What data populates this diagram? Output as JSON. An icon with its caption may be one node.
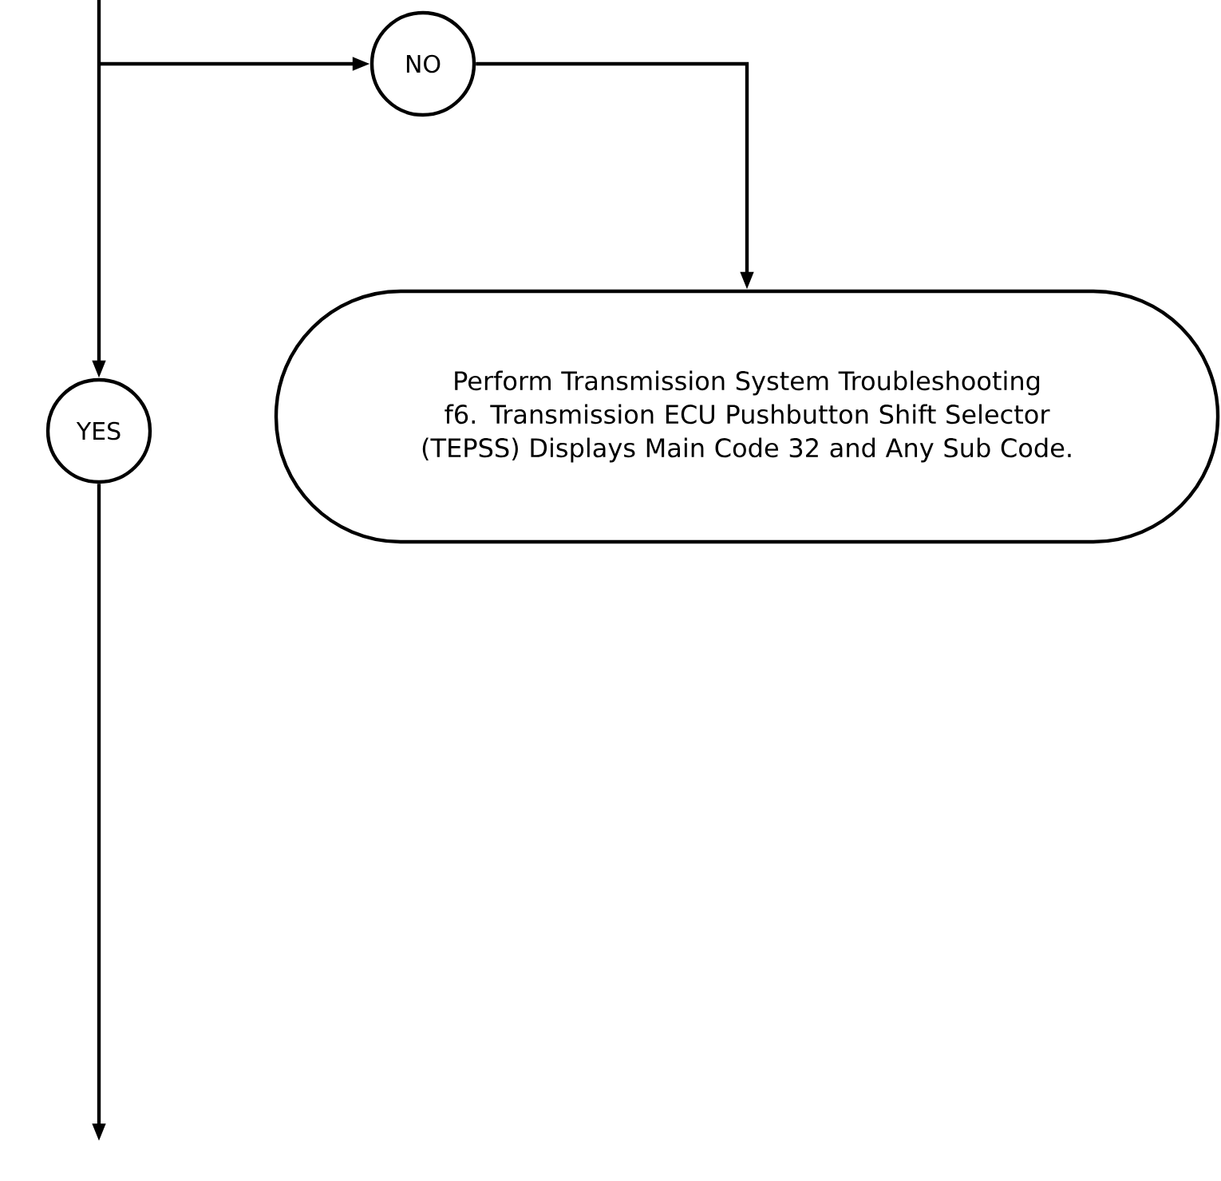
{
  "diagram": {
    "nodes": [
      {
        "text": [
          "NO"
        ]
      },
      {
        "text": [
          "Perform Transmission System Troubleshooting f6. Transmission ECU Pushbutton Shift Selector (TEPSS) Displays Main Code 32 and Any Sub Code."
        ]
      },
      {
        "text": [
          "YES"
        ]
      }
    ],
    "edges": [
      {
        "from": null,
        "to": 2,
        "arrow": "to"
      },
      {
        "from": null,
        "to": 0,
        "arrow": "to"
      },
      {
        "from": 0,
        "to": 1,
        "arrow": "to"
      },
      {
        "from": 2,
        "to": null,
        "arrow": "to"
      }
    ]
  }
}
